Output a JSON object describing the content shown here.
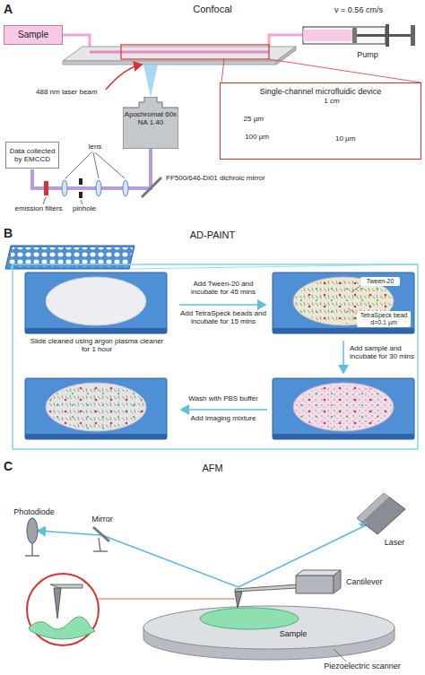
{
  "diagram": {
    "nodes": [
      {
        "text": [
          "Sample"
        ]
      },
      {
        "text": [
          "Apochromat 60x NA 1.40"
        ]
      },
      {
        "text": [
          "Data collected by EMCCD"
        ]
      },
      {
        "text": [
          "Single-channel microfluidic device"
        ]
      }
    ],
    "labels": [
      "A",
      "Confocal",
      "v = 0.56 cm/s",
      "Pump",
      "488 nm laser beam",
      "1 cm",
      "25 µm",
      "10 µm",
      "100 µm",
      "lens",
      "emission filters",
      "pinhole",
      "FF500/646-Di01 dichroic mirror",
      "B",
      "AD-PAINT",
      "Slide cleaned using argon plasma cleaner for 1 hour",
      "Add Tween-20 and incubate for 45 mins",
      "Add TetraSpeck beads and incubate for 15 mins",
      "Tween-20",
      "TetraSpeck bead d=0.1 µm",
      "Add sample and incubate for 30 mins",
      "Wash with PBS buffer",
      "Add imaging mixture",
      "C",
      "AFM",
      "Photodiode",
      "Mirror",
      "Laser",
      "Cantilever",
      "Sample",
      "Piezoelectric scanner"
    ]
  }
}
